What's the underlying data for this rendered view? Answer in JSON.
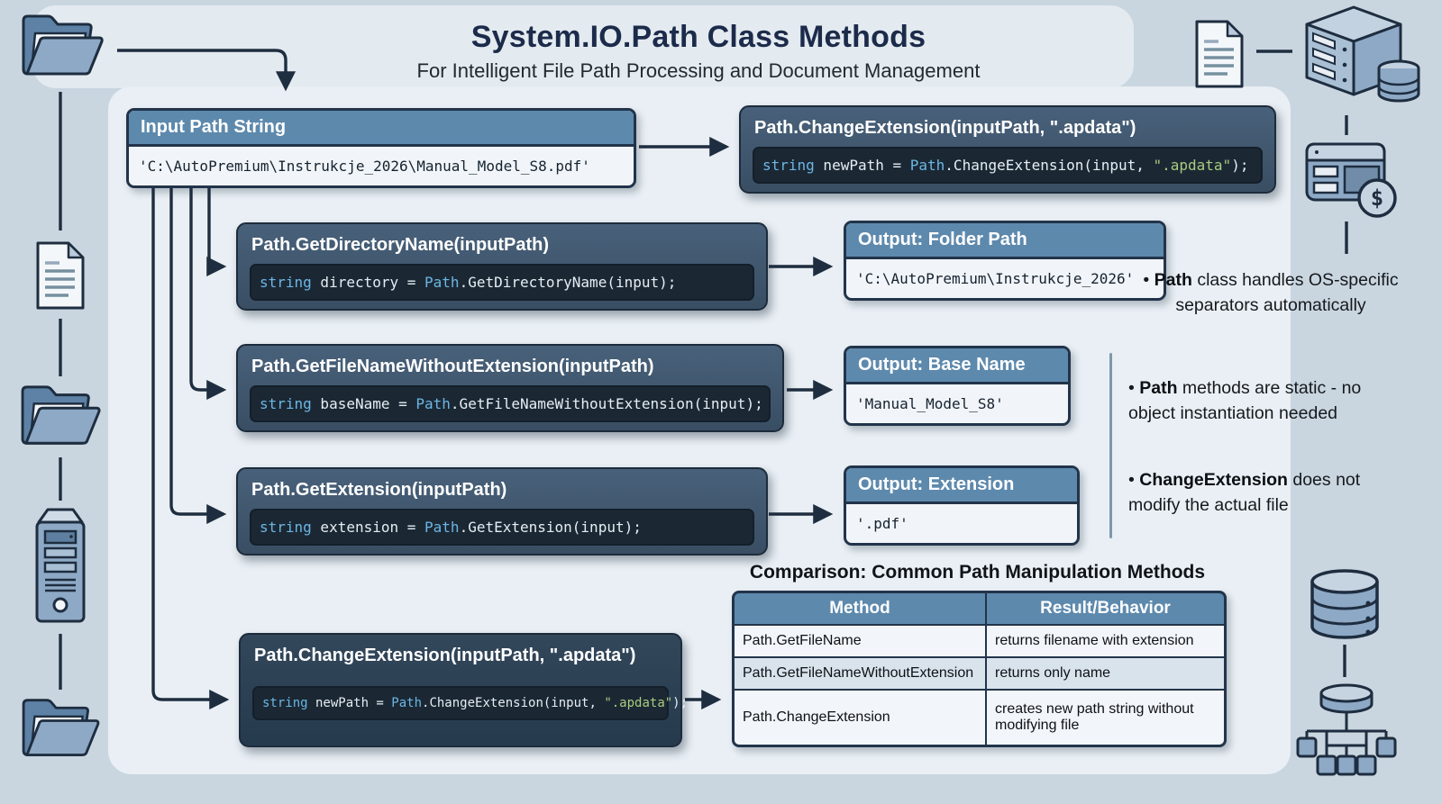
{
  "header": {
    "title": "System.IO.Path Class Methods",
    "subtitle": "For Intelligent File Path Processing and Document Management"
  },
  "input_box": {
    "header": "Input Path String",
    "value": "'C:\\AutoPremium\\Instrukcje_2026\\Manual_Model_S8.pdf'"
  },
  "method_boxes": {
    "change_extension_top": {
      "title": "Path.ChangeExtension(inputPath, \".apdata\")",
      "code": {
        "kw": "string",
        "var": " newPath = ",
        "cls": "Path",
        "mid": ".ChangeExtension(input, ",
        "str": "\".apdata\"",
        "end": ");"
      }
    },
    "get_directory_name": {
      "title": "Path.GetDirectoryName(inputPath)",
      "code": {
        "kw": "string",
        "var": " directory = ",
        "cls": "Path",
        "mid": ".GetDirectoryName(input);",
        "str": "",
        "end": ""
      }
    },
    "get_file_name_without_extension": {
      "title": "Path.GetFileNameWithoutExtension(inputPath)",
      "code": {
        "kw": "string",
        "var": " baseName = ",
        "cls": "Path",
        "mid": ".GetFileNameWithoutExtension(input);",
        "str": "",
        "end": ""
      }
    },
    "get_extension": {
      "title": "Path.GetExtension(inputPath)",
      "code": {
        "kw": "string",
        "var": " extension = ",
        "cls": "Path",
        "mid": ".GetExtension(input);",
        "str": "",
        "end": ""
      }
    },
    "change_extension_bottom": {
      "title": "Path.ChangeExtension(inputPath, \".apdata\")",
      "code": {
        "kw": "string",
        "var": " newPath = ",
        "cls": "Path",
        "mid": ".ChangeExtension(input, ",
        "str": "\".apdata\"",
        "end": ");"
      }
    }
  },
  "output_boxes": {
    "folder_path": {
      "header": "Output: Folder Path",
      "value": "'C:\\AutoPremium\\Instrukcje_2026'"
    },
    "base_name": {
      "header": "Output: Base Name",
      "value": "'Manual_Model_S8'"
    },
    "extension": {
      "header": "Output: Extension",
      "value": "'.pdf'"
    }
  },
  "notes": {
    "bullet_char": "•",
    "items": [
      {
        "bold": "Path",
        "rest": " class handles OS-specific separators automatically"
      },
      {
        "bold": "Path",
        "rest": " methods are static - no object instantiation needed"
      },
      {
        "bold": "ChangeExtension",
        "rest": " does not modify the actual file"
      }
    ]
  },
  "comparison": {
    "title": "Comparison: Common Path Manipulation Methods",
    "columns": [
      "Method",
      "Result/Behavior"
    ],
    "rows": [
      {
        "method": "Path.GetFileName",
        "result": "returns filename with extension"
      },
      {
        "method": "Path.GetFileNameWithoutExtension",
        "result": "returns only name"
      },
      {
        "method": "Path.ChangeExtension",
        "result": "creates new path string without modifying file"
      }
    ]
  },
  "icons": {
    "left_rail": [
      "open-folder",
      "document",
      "open-folder",
      "computer-tower",
      "open-folder"
    ],
    "right_rail": [
      "document",
      "server-stack",
      "database-server-dollar",
      "database",
      "tree-hierarchy"
    ]
  },
  "colors": {
    "accent_header": "#5d89ad",
    "dark_box": "#3d5267",
    "code_background": "#1b2834",
    "keyword": "#6cb6e4",
    "string_literal": "#a9cc7e",
    "arrow": "#1e2d3f",
    "page_background": "#c9d6e0"
  }
}
